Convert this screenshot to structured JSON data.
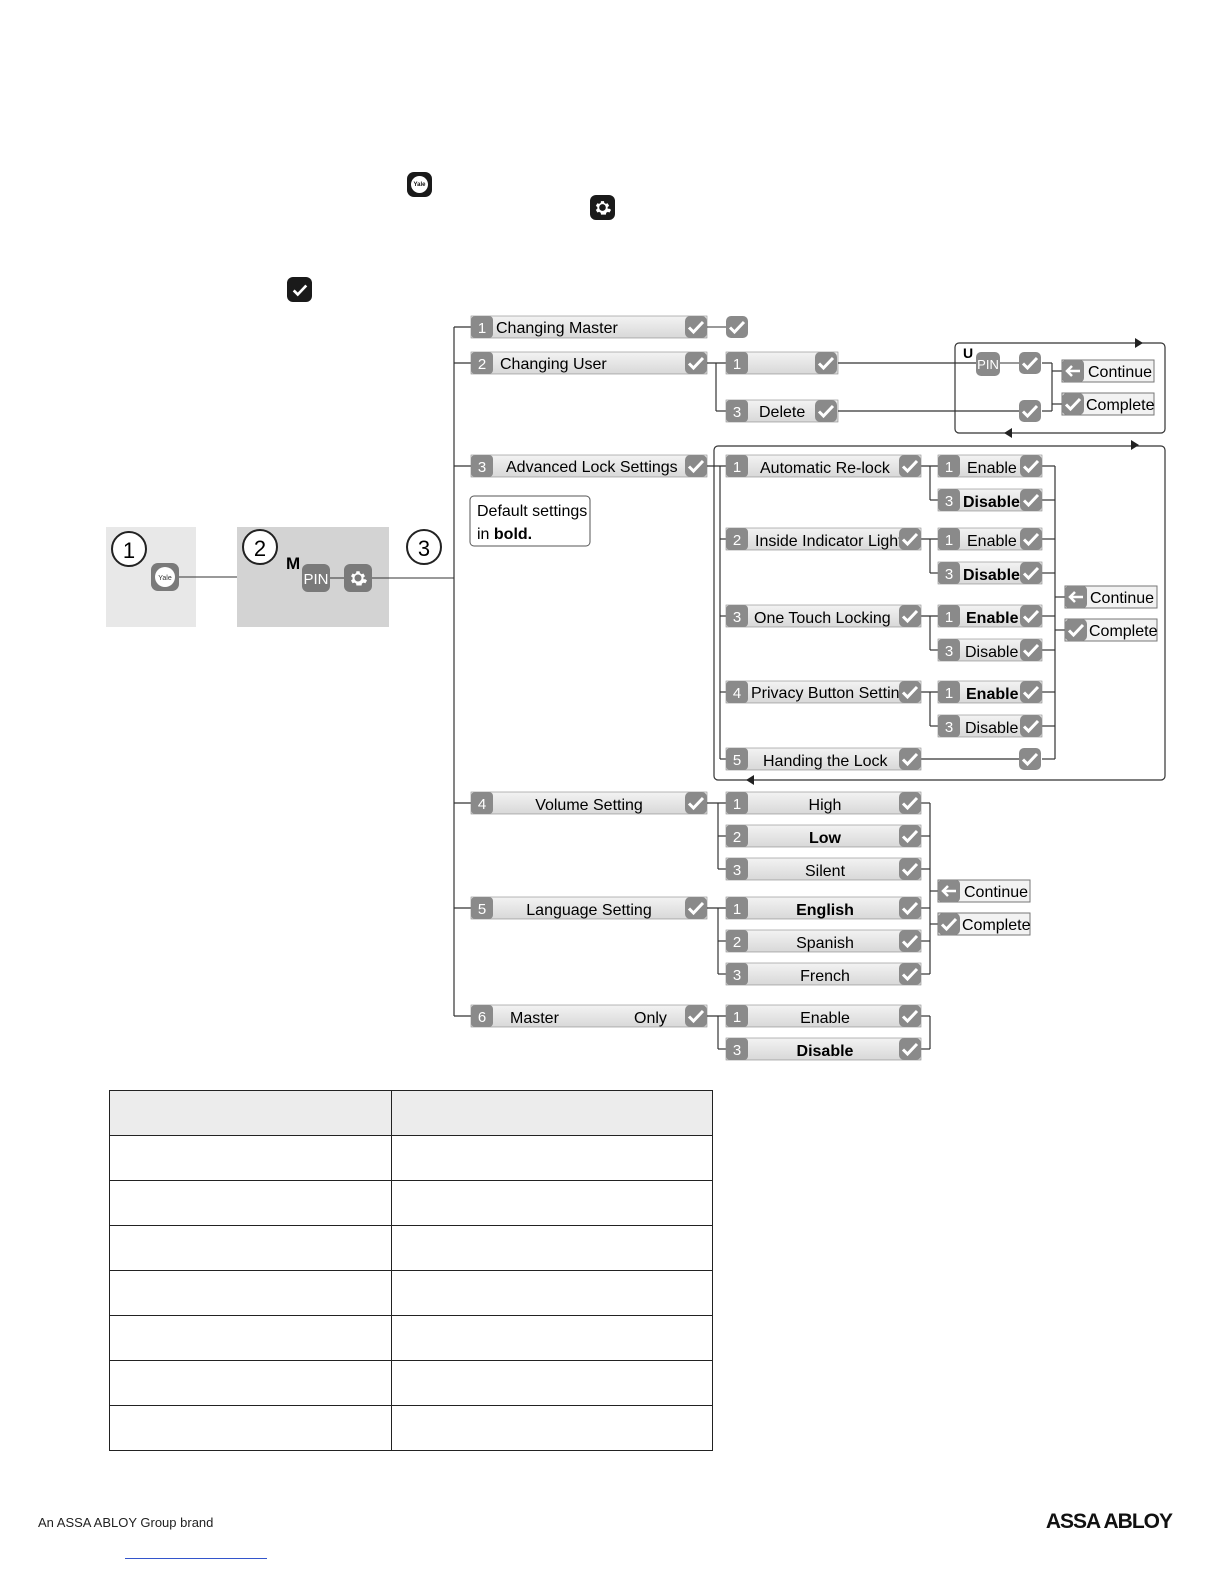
{
  "inline_icons": {
    "yale_label": "Yale",
    "gear": "gear-icon",
    "check": "check-icon"
  },
  "steps": {
    "step1": {
      "number": "1",
      "button": "Yale"
    },
    "step2": {
      "number": "2",
      "prefix": "M",
      "pin": "PIN"
    },
    "step3": {
      "number": "3"
    }
  },
  "note": {
    "line1": "Default settings",
    "line2_pre": "in ",
    "line2_bold": "bold."
  },
  "menu": {
    "m1": {
      "num": "1",
      "label": "Changing Master"
    },
    "m2": {
      "num": "2",
      "label": "Changing User"
    },
    "m2_sub1": {
      "num": "1"
    },
    "m2_sub3": {
      "num": "3",
      "label": "Delete"
    },
    "m2_user": {
      "prefix": "U",
      "pin": "PIN"
    },
    "m3": {
      "num": "3",
      "label": "Advanced Lock Settings"
    },
    "m3_items": [
      {
        "num": "1",
        "label": "Automatic Re-lock"
      },
      {
        "num": "2",
        "label": "Inside Indicator Light"
      },
      {
        "num": "3",
        "label": "One Touch Locking"
      },
      {
        "num": "4",
        "label": "Privacy Button Setting"
      },
      {
        "num": "5",
        "label": "Handing the Lock"
      }
    ],
    "m3_options": [
      {
        "num": "1",
        "label": "Enable"
      },
      {
        "num": "3",
        "label": "Disable"
      },
      {
        "num": "1",
        "label": "Enable"
      },
      {
        "num": "3",
        "label": "Disable"
      },
      {
        "num": "1",
        "label": "Enable"
      },
      {
        "num": "3",
        "label": "Disable"
      },
      {
        "num": "1",
        "label": "Enable"
      },
      {
        "num": "3",
        "label": "Disable"
      }
    ],
    "m4": {
      "num": "4",
      "label": "Volume Setting"
    },
    "m4_items": [
      {
        "num": "1",
        "label": "High"
      },
      {
        "num": "2",
        "label": "Low"
      },
      {
        "num": "3",
        "label": "Silent"
      }
    ],
    "m5": {
      "num": "5",
      "label": "Language Setting"
    },
    "m5_items": [
      {
        "num": "1",
        "label": "English"
      },
      {
        "num": "2",
        "label": "Spanish"
      },
      {
        "num": "3",
        "label": "French"
      }
    ],
    "m6": {
      "num": "6",
      "label_a": "Master",
      "label_b": "Only"
    },
    "m6_items": [
      {
        "num": "1",
        "label": "Enable"
      },
      {
        "num": "3",
        "label": "Disable"
      }
    ],
    "continue": "Continue",
    "complete": "Complete"
  },
  "footer": {
    "brand_note": "An ASSA ABLOY Group brand",
    "logo": "ASSA ABLOY"
  }
}
